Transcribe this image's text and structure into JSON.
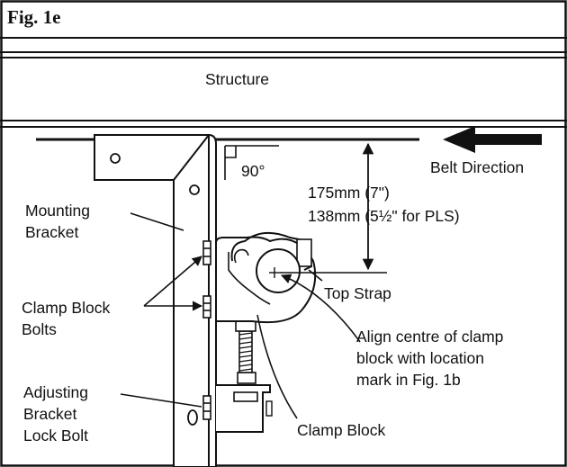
{
  "figure": {
    "title": "Fig. 1e"
  },
  "labels": {
    "structure": "Structure",
    "belt_direction": "Belt Direction",
    "angle": "90°",
    "dimension_1": "175mm (7\")",
    "dimension_2": "138mm (5½\" for PLS)",
    "mounting_bracket": "Mounting\nBracket",
    "clamp_block_bolts": "Clamp Block\nBolts",
    "adjusting_bracket_lock_bolt": "Adjusting\nBracket\nLock Bolt",
    "top_strap": "Top Strap",
    "align_note": "Align centre of clamp\nblock with location\nmark in Fig. 1b",
    "clamp_block": "Clamp Block"
  }
}
